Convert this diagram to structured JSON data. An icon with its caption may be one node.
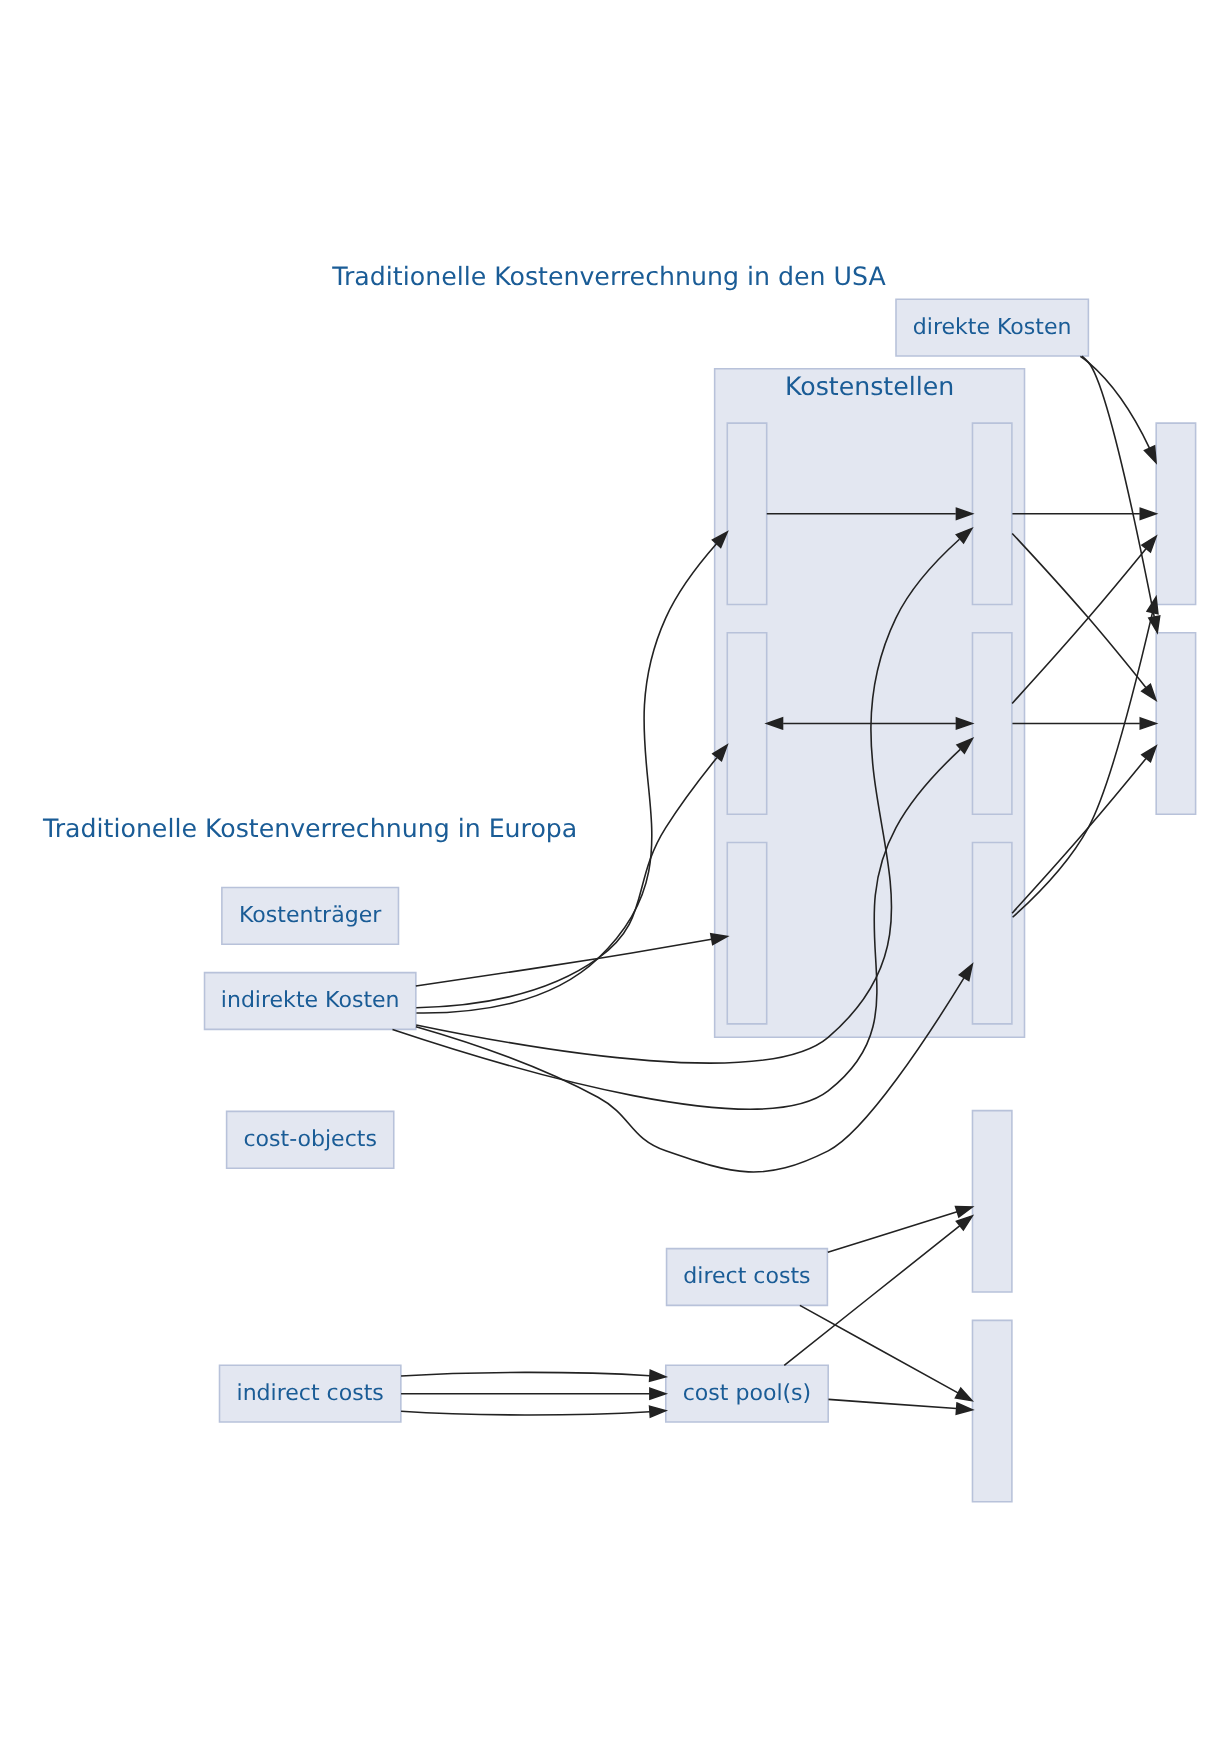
{
  "diagram": {
    "title": "Traditionelle Kostenverrechnung in den USA",
    "nodes": [
      {
        "text": [
          "direct costs"
        ]
      },
      {
        "text": [
          "indirect costs"
        ]
      },
      {
        "text": [
          "cost pool(s)"
        ]
      },
      {
        "text": [
          "cost-objects"
        ]
      },
      {
        "text": [],
        "shape": "bar"
      },
      {
        "text": [],
        "shape": "bar"
      },
      {
        "text": [
          "direkte Kosten"
        ]
      },
      {
        "text": [
          "indirekte Kosten"
        ]
      },
      {
        "text": [
          "Kostenstellen"
        ]
      },
      {
        "text": [],
        "shape": "bar",
        "in": 8
      },
      {
        "text": [],
        "shape": "bar",
        "in": 8
      },
      {
        "text": [],
        "shape": "bar",
        "in": 8
      },
      {
        "text": [],
        "shape": "bar",
        "in": 8
      },
      {
        "text": [],
        "shape": "bar",
        "in": 8
      },
      {
        "text": [],
        "shape": "bar",
        "in": 8
      },
      {
        "text": [
          "Kostenträger"
        ]
      },
      {
        "text": [],
        "shape": "bar"
      },
      {
        "text": [],
        "shape": "bar"
      }
    ],
    "edges": [
      {
        "from": 0,
        "to": 4,
        "arrow": "to"
      },
      {
        "from": 0,
        "to": 5,
        "arrow": "to"
      },
      {
        "from": 1,
        "to": 2,
        "arrow": "to"
      },
      {
        "from": 1,
        "to": 2,
        "arrow": "to"
      },
      {
        "from": 1,
        "to": 2,
        "arrow": "to"
      },
      {
        "from": 2,
        "to": 4,
        "arrow": "to"
      },
      {
        "from": 2,
        "to": 5,
        "arrow": "to"
      },
      {
        "from": 6,
        "to": 16,
        "arrow": "to"
      },
      {
        "from": 6,
        "to": 17,
        "arrow": "to"
      },
      {
        "from": 7,
        "to": 9,
        "arrow": "to"
      },
      {
        "from": 7,
        "to": 10,
        "arrow": "to"
      },
      {
        "from": 7,
        "to": 11,
        "arrow": "to"
      },
      {
        "from": 7,
        "to": 12,
        "arrow": "to"
      },
      {
        "from": 7,
        "to": 13,
        "arrow": "to"
      },
      {
        "from": 7,
        "to": 14,
        "arrow": "to"
      },
      {
        "from": 10,
        "to": 13,
        "arrow": "both"
      },
      {
        "from": 9,
        "to": 12,
        "arrow": "to"
      },
      {
        "from": 12,
        "to": 16,
        "arrow": "to"
      },
      {
        "from": 12,
        "to": 17,
        "arrow": "to"
      },
      {
        "from": 13,
        "to": 16,
        "arrow": "to"
      },
      {
        "from": 13,
        "to": 17,
        "arrow": "to"
      },
      {
        "from": 14,
        "to": 16,
        "arrow": "to"
      },
      {
        "from": 14,
        "to": 17,
        "arrow": "to"
      }
    ],
    "labels": [
      "Traditionelle Kostenverrechnung in Europa"
    ]
  }
}
